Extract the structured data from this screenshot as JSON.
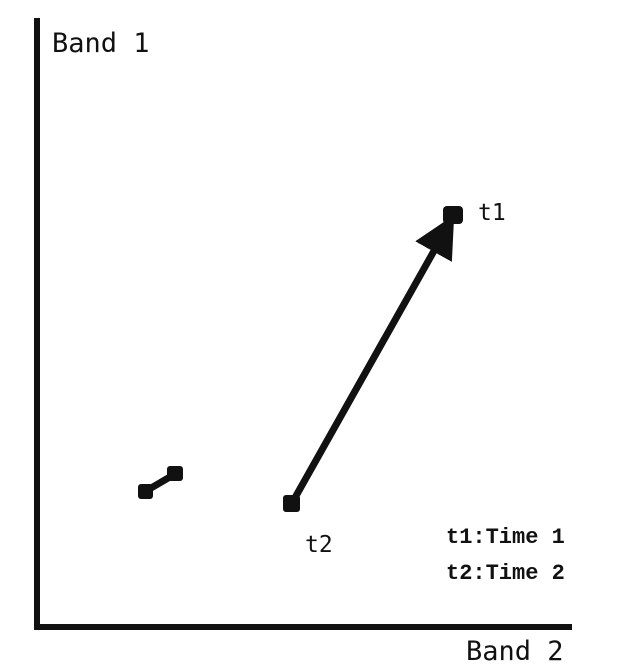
{
  "axes": {
    "y_label": "Band 1",
    "x_label": "Band 2"
  },
  "points": {
    "t1_label": "t1",
    "t2_label": "t2"
  },
  "legend": {
    "line1": "t1:Time 1",
    "line2": "t2:Time 2"
  },
  "colors": {
    "ink": "#111111",
    "background": "#ffffff"
  }
}
